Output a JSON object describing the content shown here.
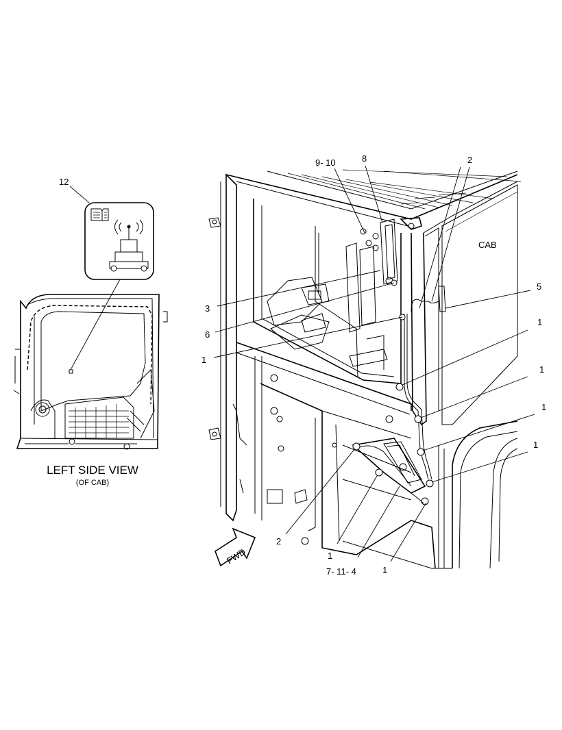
{
  "diagram": {
    "view_caption": "LEFT SIDE VIEW",
    "view_subcaption": "(OF CAB)",
    "cab_label": "CAB",
    "fwd_label": "FWD",
    "callouts": [
      {
        "id": "c12",
        "text": "12"
      },
      {
        "id": "c9-10",
        "text": "9- 10"
      },
      {
        "id": "c8",
        "text": "8"
      },
      {
        "id": "c2-top",
        "text": "2"
      },
      {
        "id": "c5",
        "text": "5"
      },
      {
        "id": "c1-r1",
        "text": "1"
      },
      {
        "id": "c1-r2",
        "text": "1"
      },
      {
        "id": "c1-r3",
        "text": "1"
      },
      {
        "id": "c1-r4",
        "text": "1"
      },
      {
        "id": "c3",
        "text": "3"
      },
      {
        "id": "c6",
        "text": "6"
      },
      {
        "id": "c1-left",
        "text": "1"
      },
      {
        "id": "c2-bottom",
        "text": "2"
      },
      {
        "id": "c1-b1",
        "text": "1"
      },
      {
        "id": "c7-11-4",
        "text": "7- 11- 4"
      },
      {
        "id": "c1-b2",
        "text": "1"
      }
    ]
  }
}
